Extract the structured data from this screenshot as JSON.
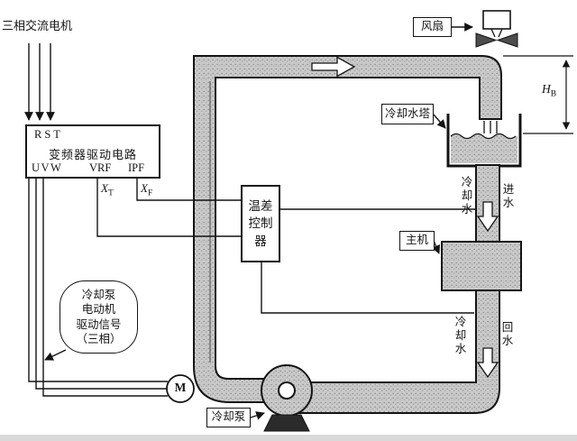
{
  "labels": {
    "motor_supply": "三相交流电机",
    "inverter": {
      "rst": "RST",
      "title": "变频器驱动电路",
      "uvw": "UVW",
      "vrf": "VRF",
      "ipf": "IPF"
    },
    "terminal_xt": {
      "base": "X",
      "sub": "T"
    },
    "terminal_xf": {
      "base": "X",
      "sub": "F"
    },
    "temp_controller": "温差控制器",
    "fan": "风扇",
    "cooling_tower": "冷却水塔",
    "head_height": {
      "base": "H",
      "sub": "B"
    },
    "host": "主机",
    "pump": "冷却泵",
    "pump_motor": "M",
    "signal_box": {
      "lines": [
        "冷却泵",
        "电动机",
        "驱动信号",
        "（三相）"
      ]
    },
    "inlet_side": {
      "cooling_water": "冷却水",
      "flow": "进水"
    },
    "return_side": {
      "cooling_water": "冷却水",
      "flow": "回水"
    }
  },
  "colors": {
    "ink": "#141414",
    "pipe_fill": "#c9c9c9",
    "pipe_speckle": "#8a8a8a",
    "background": "#ffffff"
  }
}
